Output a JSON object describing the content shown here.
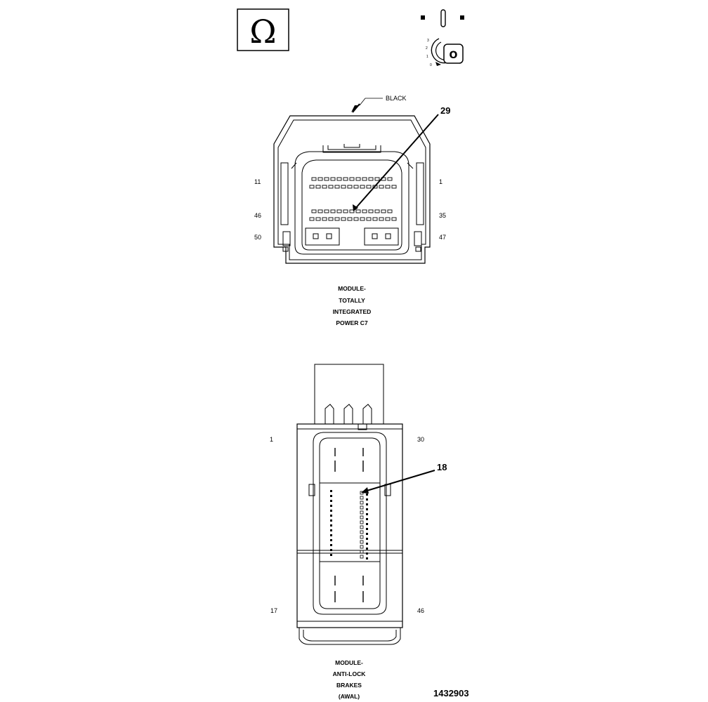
{
  "header": {
    "ohm_symbol": "Ω",
    "ignition_positions": [
      "3",
      "2",
      "1",
      "0"
    ],
    "key_letter": "O",
    "icons": [
      "ohmmeter-icon",
      "ignition-switch-icon"
    ]
  },
  "connector_c7": {
    "color_label": "BLACK",
    "callout_pin": "29",
    "pin_labels": {
      "top_left": "11",
      "top_right": "1",
      "mid_left": "46",
      "mid_right": "35",
      "bottom_left": "50",
      "bottom_right": "47"
    },
    "title_lines": [
      "MODULE-",
      "TOTALLY",
      "INTEGRATED",
      "POWER C7"
    ]
  },
  "connector_abs": {
    "callout_pin": "18",
    "pin_labels": {
      "top_left": "1",
      "top_right": "30",
      "bottom_left": "17",
      "bottom_right": "46"
    },
    "title_lines": [
      "MODULE-",
      "ANTI-LOCK",
      "BRAKES",
      "(AWAL)"
    ]
  },
  "figure_id": "1432903"
}
